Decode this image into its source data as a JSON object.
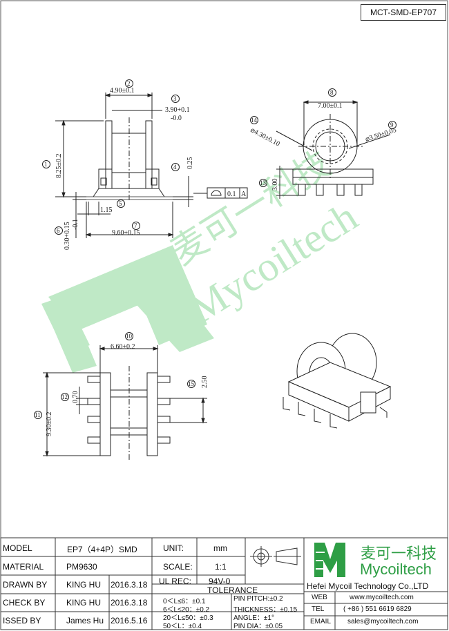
{
  "drawing_code": "MCT-SMD-EP707",
  "watermark": {
    "chinese": "麦可一科技",
    "latin": "Mycoiltech"
  },
  "dims": {
    "d2": "4.90±0.1",
    "d3a": "3.90+0.1",
    "d3b": "-0.0",
    "d1": "8.25±0.2",
    "d4": "0.25",
    "d5": "1.15",
    "d6a": "0.30+0.15",
    "d6b": "-0.1",
    "d7": "9.60±0.15",
    "d8": "7.00±0.1",
    "d14": "⌀4.30±0.10",
    "d9": "⌀3.50±0.05",
    "d13": "3.00",
    "flat_tol": "0.1",
    "flat_datum": "A",
    "d10": "6.60±0.2",
    "d15": "2.50",
    "d12": "0.70",
    "d11": "9.30±0.2"
  },
  "balloons": {
    "b1": "1",
    "b2": "2",
    "b3": "3",
    "b4": "4",
    "b5": "5",
    "b6": "6",
    "b7": "7",
    "b8": "8",
    "b9": "9",
    "b10": "10",
    "b11": "11",
    "b12": "12",
    "b13": "13",
    "b14": "14",
    "b15": "15"
  },
  "title_block": {
    "model_label": "MODEL",
    "model_value": "EP7（4+4P）SMD",
    "unit_label": "UNIT:",
    "unit_value": "mm",
    "material_label": "MATERIAL",
    "material_value": "PM9630",
    "scale_label": "SCALE:",
    "scale_value": "1:1",
    "drawn_label": "DRAWN BY",
    "drawn_name": "KING HU",
    "drawn_date": "2016.3.18",
    "ulrec_label": "UL REC:",
    "ulrec_value": "94V-0",
    "check_label": "CHECK BY",
    "check_name": "KING HU",
    "check_date": "2016.3.18",
    "tolerance_label": "TOLERANCE",
    "issued_label": "ISSED BY",
    "issued_name": "James Hu",
    "issued_date": "2016.5.16",
    "tol1": "0＜L≤6：±0.1",
    "tol2": "6＜L≤20：±0.2",
    "tol3": "20＜L≤50：±0.3",
    "tol4": "50＜L：±0.4",
    "pin_pitch": "PIN PITCH:±0.2",
    "thickness": "THICKNESS：±0.15",
    "angle": "ANGLE：±1°",
    "pin_dia": "PIN DIA：±0.05",
    "logo_cn": "麦可一科技",
    "logo_en": "Mycoiltech",
    "company": "Hefei Mycoil Technology Co.,LTD",
    "web_label": "WEB",
    "web_value": "www.mycoiltech.com",
    "tel_label": "TEL",
    "tel_value": "( +86 ) 551 6619 6829",
    "email_label": "EMAIL",
    "email_value": "sales@mycoiltech.com"
  },
  "colors": {
    "watermark": "#bfe9c6",
    "logo_green": "#2e9e45",
    "line": "#222222"
  }
}
